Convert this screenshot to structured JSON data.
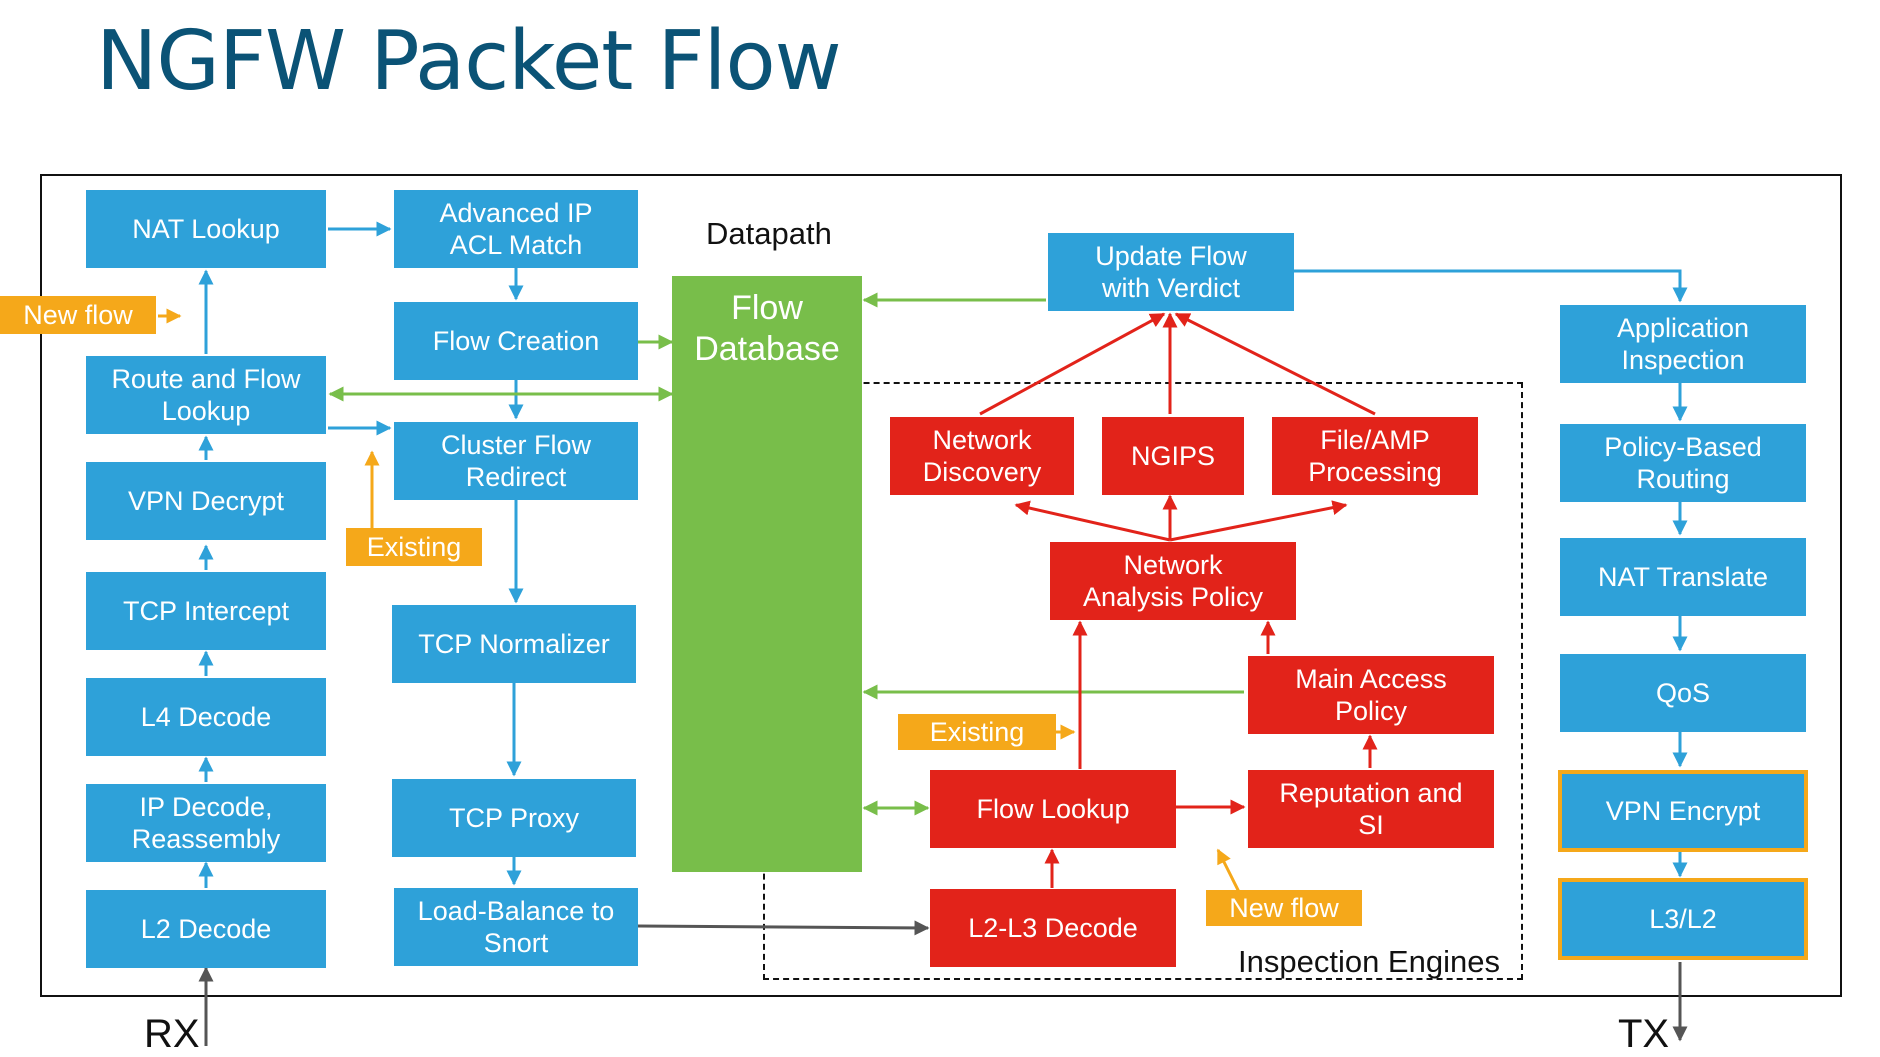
{
  "title": "NGFW Packet Flow",
  "labels": {
    "datapath": "Datapath",
    "inspection_engines": "Inspection Engines",
    "rx": "RX",
    "tx": "TX"
  },
  "colors": {
    "title": "#0b5376",
    "process": "#2ea1d9",
    "engine": "#e2231a",
    "database": "#78be4a",
    "flow_tag": "#f5a81a",
    "highlight": "#f5a81a"
  },
  "ingress": {
    "nat_lookup": "NAT Lookup",
    "route_flow_lookup": "Route and Flow\nLookup",
    "vpn_decrypt": "VPN Decrypt",
    "tcp_intercept": "TCP Intercept",
    "l4_decode": "L4 Decode",
    "ip_decode": "IP Decode,\nReassembly",
    "l2_decode": "L2 Decode"
  },
  "datapath": {
    "adv_ip_acl": "Advanced IP\nACL Match",
    "flow_creation": "Flow Creation",
    "cluster_redirect": "Cluster Flow\nRedirect",
    "tcp_normalizer": "TCP Normalizer",
    "tcp_proxy": "TCP Proxy",
    "load_balance": "Load-Balance to\nSnort",
    "flow_database": "Flow\nDatabase"
  },
  "engines": {
    "update_flow": "Update Flow\nwith Verdict",
    "network_discovery": "Network\nDiscovery",
    "ngips": "NGIPS",
    "file_amp": "File/AMP\nProcessing",
    "nap": "Network\nAnalysis Policy",
    "main_access": "Main Access\nPolicy",
    "flow_lookup": "Flow Lookup",
    "reputation": "Reputation and\nSI",
    "l2l3_decode": "L2-L3 Decode"
  },
  "egress": {
    "app_inspection": "Application\nInspection",
    "pbr": "Policy-Based\nRouting",
    "nat_translate": "NAT Translate",
    "qos": "QoS",
    "vpn_encrypt": "VPN Encrypt",
    "l3l2": "L3/L2"
  },
  "tags": {
    "new_flow_left": "New flow",
    "existing_left": "Existing",
    "existing_mid": "Existing",
    "new_flow_right": "New flow"
  }
}
